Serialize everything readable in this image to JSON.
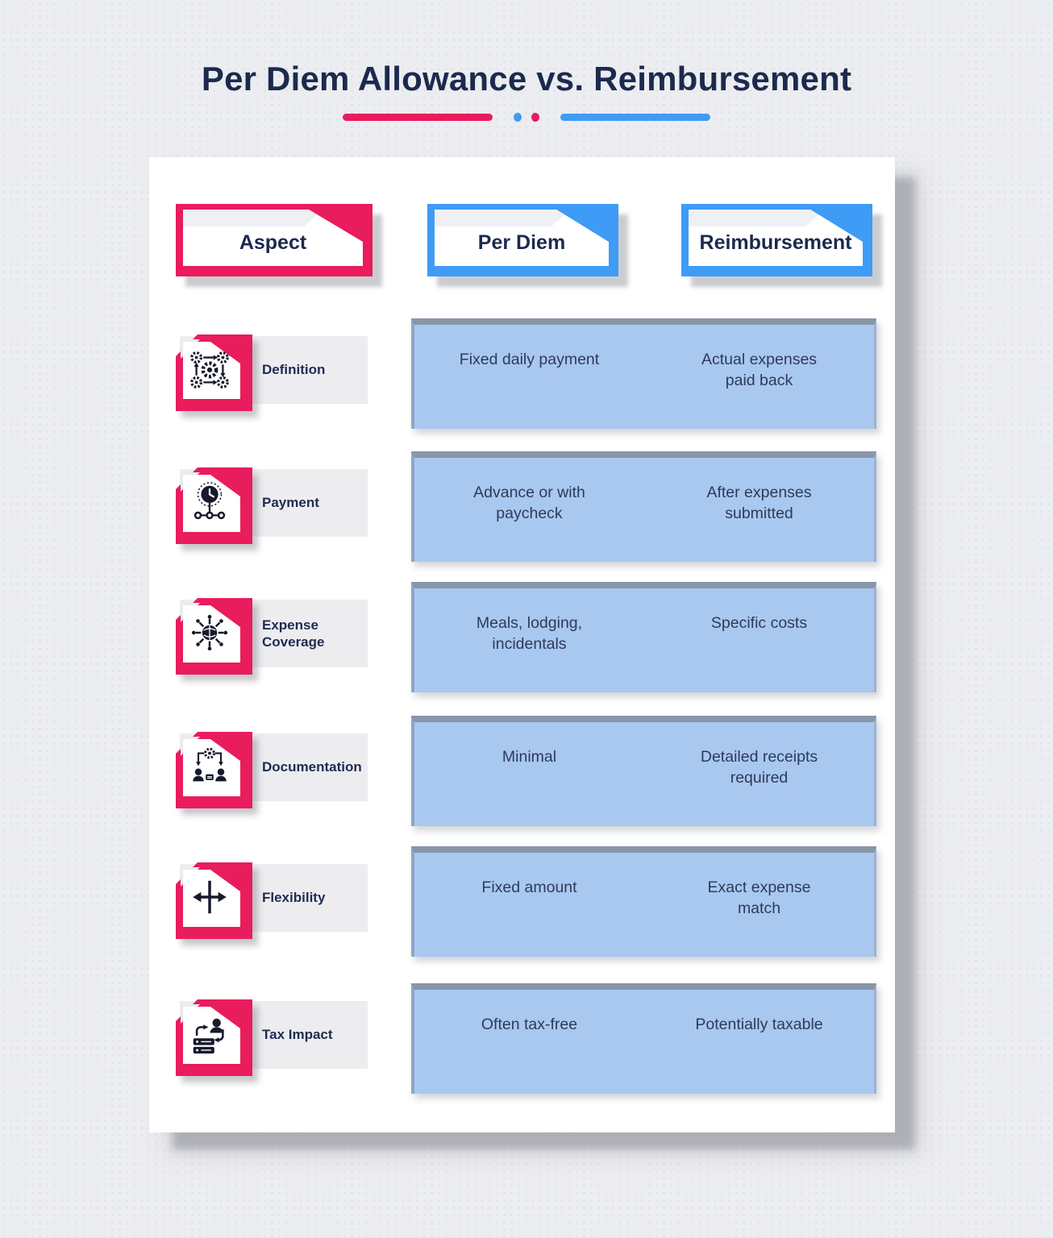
{
  "title": {
    "text": "Per Diem Allowance vs. Reimbursement"
  },
  "colors": {
    "accent_pink": "#E91C5D",
    "accent_blue": "#3E9BF6",
    "heading_navy": "#1B2A4E",
    "panel_fill": "#A9C8F0",
    "panel_edge_top": "#8896A9",
    "row_label_bg": "#EDEDF0",
    "card_bg": "#FFFFFF",
    "page_bg": "#ECEDF1",
    "panel_text": "#2D3B57"
  },
  "header": {
    "columns": [
      {
        "id": "aspect",
        "label": "Aspect",
        "accent": "#E91C5D"
      },
      {
        "id": "per_diem",
        "label": "Per Diem",
        "accent": "#3E9BF6"
      },
      {
        "id": "reimbursement",
        "label": "Reimbursement",
        "accent": "#3E9BF6"
      }
    ]
  },
  "rows": [
    {
      "icon": "gears-process-icon",
      "aspect": "Definition",
      "per_diem": "Fixed daily payment",
      "reimbursement": "Actual expenses paid back"
    },
    {
      "icon": "clock-network-icon",
      "aspect": "Payment",
      "per_diem": "Advance or with paycheck",
      "reimbursement": "After expenses submitted"
    },
    {
      "icon": "globe-hub-icon",
      "aspect": "Expense Coverage",
      "per_diem": "Meals, lodging, incidentals",
      "reimbursement": "Specific costs"
    },
    {
      "icon": "team-gear-icon",
      "aspect": "Documentation",
      "per_diem": "Minimal",
      "reimbursement": "Detailed receipts required"
    },
    {
      "icon": "move-arrows-icon",
      "aspect": "Flexibility",
      "per_diem": "Fixed amount",
      "reimbursement": "Exact expense match"
    },
    {
      "icon": "person-database-icon",
      "aspect": "Tax Impact",
      "per_diem": "Often tax-free",
      "reimbursement": "Potentially taxable"
    }
  ]
}
